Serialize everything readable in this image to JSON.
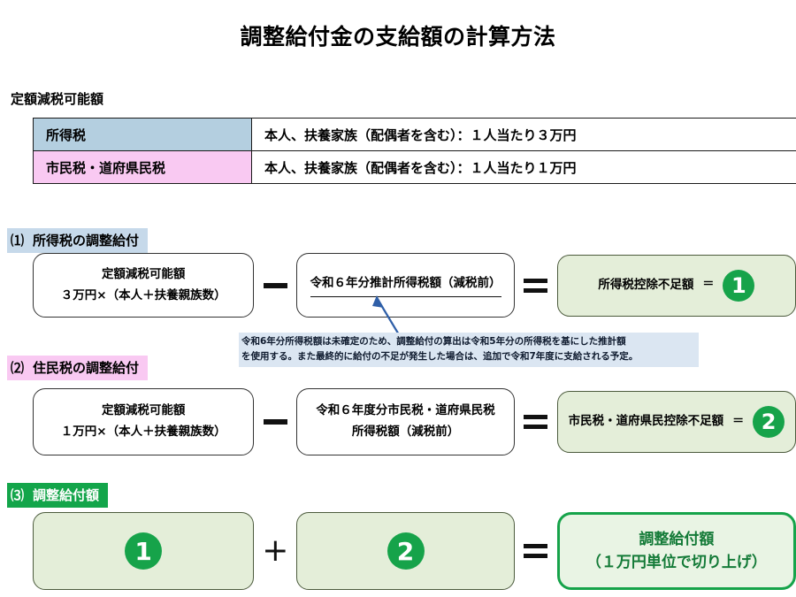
{
  "title": "調整給付金の支給額の計算方法",
  "table": {
    "caption": "定額減税可能額",
    "rows": [
      {
        "name": "所得税",
        "detail": "本人、扶養家族（配偶者を含む）：１人当たり３万円"
      },
      {
        "name": "市民税・道府県民税",
        "detail": "本人、扶養家族（配偶者を含む）：１人当たり１万円"
      }
    ]
  },
  "steps": [
    {
      "num": "⑴",
      "label": "所得税の調整給付",
      "left_line1": "定額減税可能額",
      "left_line2": "３万円×（本人＋扶養親族数）",
      "minus": "−",
      "mid_line1": "令和６年分推計所得税額（減税前）",
      "equals": "=",
      "result_label": "所得税控除不足額",
      "result_eq": "＝",
      "result_circle": "1"
    },
    {
      "num": "⑵",
      "label": "住民税の調整給付",
      "left_line1": "定額減税可能額",
      "left_line2": "１万円×（本人＋扶養親族数）",
      "minus": "−",
      "mid_line1": "令和６年度分市民税・道府県民税",
      "mid_line2": "所得税額（減税前）",
      "equals": "=",
      "result_label": "市民税・道府県民控除不足額",
      "result_eq": "＝",
      "result_circle": "2"
    },
    {
      "num": "⑶",
      "label": "調整給付額",
      "left_circle": "1",
      "plus": "+",
      "mid_circle": "2",
      "equals": "=",
      "result_line1": "調整給付額",
      "result_line2": "（１万円単位で切り上げ）"
    }
  ],
  "annotation": {
    "line1": "令和6年分所得税額は未確定のため、調整給付の算出は令和5年分の所得税を基にした推計額",
    "line2": "を使用する。また最終的に給付の不足が発生した場合は、追加で令和7年度に支給される予定。"
  },
  "colors": {
    "income_tax_cell": "#b4cfe0",
    "resident_tax_cell": "#f9c9f2",
    "step1_header": "#c6d9ea",
    "step2_header": "#f9c9f2",
    "step3_header": "#13a54a",
    "green_circle": "#16a34a",
    "green_box": "#e4eed9",
    "final_border": "#16a34a",
    "annotation_bg": "#dbe6f2",
    "arrow": "#2f5fa8"
  }
}
